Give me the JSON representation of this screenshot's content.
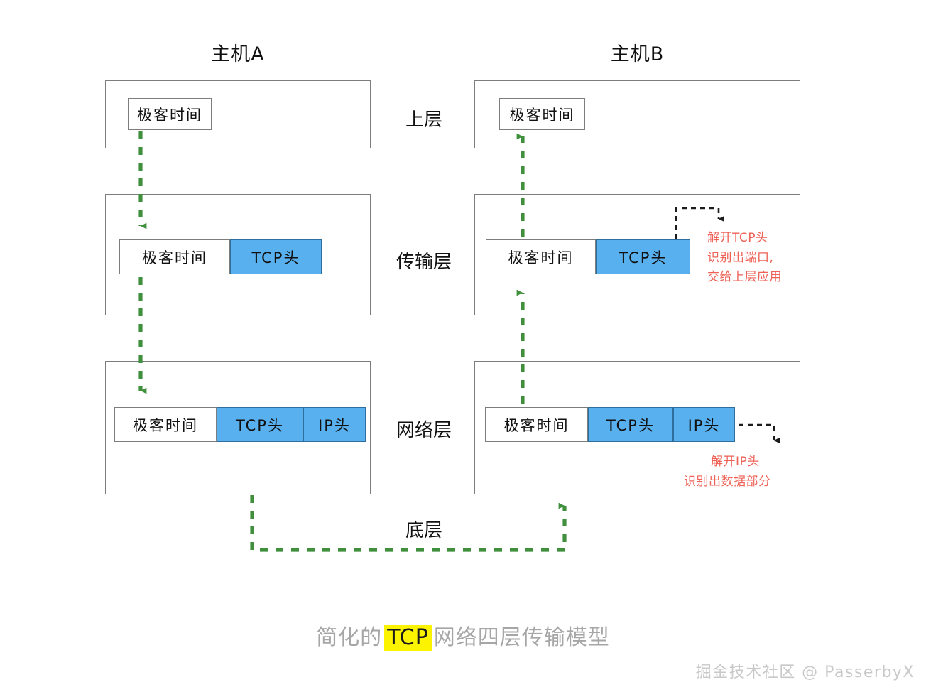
{
  "diagram": {
    "caption_prefix": "简化的",
    "caption_highlight": "TCP",
    "caption_suffix": "网络四层传输模型",
    "watermark": "掘金技术社区 @ PasserbyX",
    "colors": {
      "header_blue": "#59b0ef",
      "arrow_green": "#3f8f3c",
      "note_red": "#ee6257",
      "frame_gray": "#7d7d7d",
      "highlight_yellow": "#fcf300",
      "caption_gray": "#a6a6a6"
    }
  },
  "hosts": {
    "a": {
      "title": "主机A"
    },
    "b": {
      "title": "主机B"
    }
  },
  "layers": [
    {
      "key": "upper",
      "label": "上层"
    },
    {
      "key": "transport",
      "label": "传输层"
    },
    {
      "key": "network",
      "label": "网络层"
    },
    {
      "key": "link",
      "label": "底层"
    }
  ],
  "packets": {
    "app_data": "极客时间",
    "tcp_header": "TCP头",
    "ip_header": "IP头",
    "host_a": {
      "upper": [
        "极客时间"
      ],
      "transport": [
        "极客时间",
        "TCP头"
      ],
      "network": [
        "极客时间",
        "TCP头",
        "IP头"
      ]
    },
    "host_b": {
      "upper": [
        "极客时间"
      ],
      "transport": [
        "极客时间",
        "TCP头"
      ],
      "network": [
        "极客时间",
        "TCP头",
        "IP头"
      ]
    }
  },
  "annotations": {
    "transport_note": {
      "line1": "解开TCP头",
      "line2": "识别出端口,",
      "line3": "交给上层应用"
    },
    "network_note": {
      "line1": "解开IP头",
      "line2": "识别出数据部分"
    }
  }
}
